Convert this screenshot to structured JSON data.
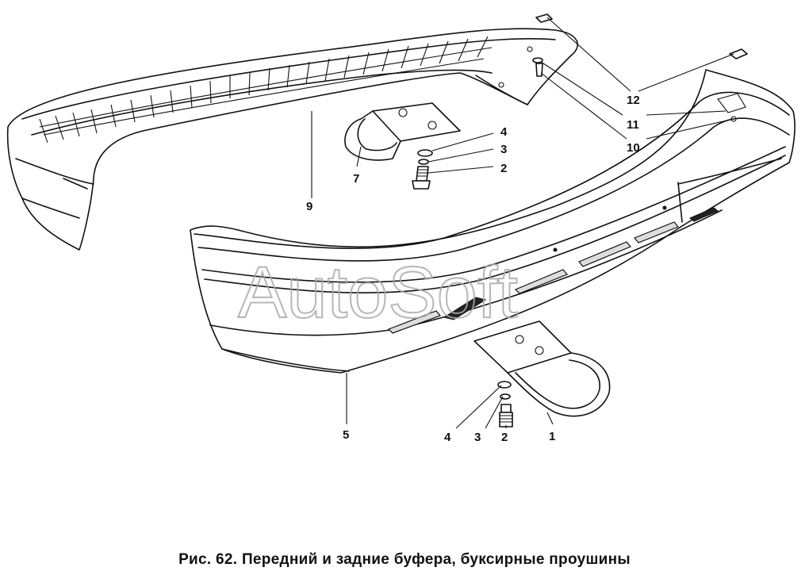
{
  "figure": {
    "caption": "Рис. 62. Передний и задние буфера, буксирные проушины",
    "watermark": "AutoSoft",
    "callouts": [
      "1",
      "2",
      "2",
      "3",
      "3",
      "4",
      "4",
      "5",
      "7",
      "9",
      "10",
      "11",
      "12"
    ],
    "colors": {
      "ink": "#111111",
      "watermark": "#aaaaaa",
      "background": "#ffffff"
    }
  }
}
